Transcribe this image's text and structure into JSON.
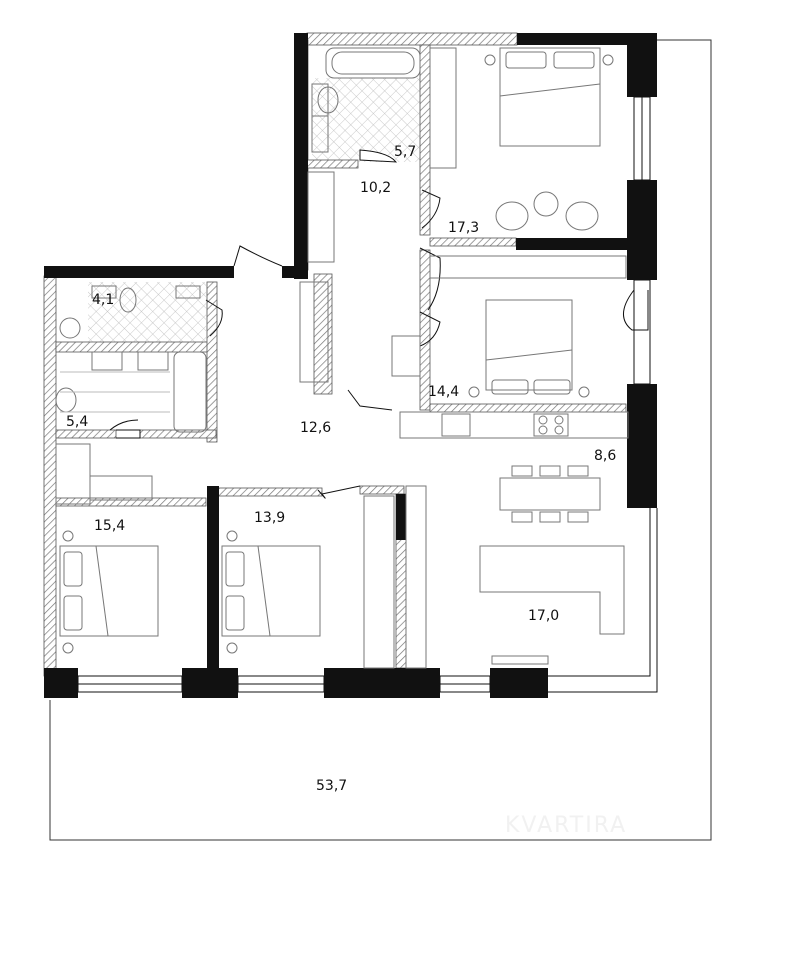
{
  "plan": {
    "rooms": [
      {
        "id": "bath-top",
        "area": "5,7"
      },
      {
        "id": "corridor",
        "area": "10,2"
      },
      {
        "id": "bedroom-top-right",
        "area": "17,3"
      },
      {
        "id": "wc",
        "area": "4,1"
      },
      {
        "id": "bath-left",
        "area": "5,4"
      },
      {
        "id": "hall",
        "area": "12,6"
      },
      {
        "id": "bedroom-middle-right",
        "area": "14,4"
      },
      {
        "id": "kitchen",
        "area": "8,6"
      },
      {
        "id": "bedroom-left",
        "area": "15,4"
      },
      {
        "id": "bedroom-middle",
        "area": "13,9"
      },
      {
        "id": "living",
        "area": "17,0"
      }
    ],
    "terrace": {
      "area": "53,7"
    },
    "colors": {
      "wall": "#111111",
      "hatch": "#9a9a9a",
      "furniture": "#888888",
      "tile": "#c8c8c8"
    }
  }
}
